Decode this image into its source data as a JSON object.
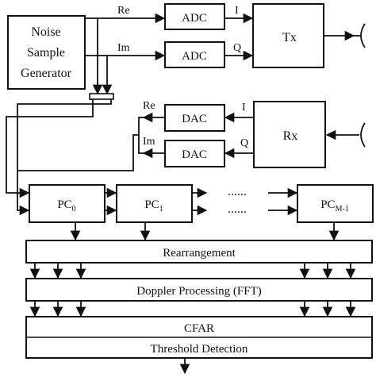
{
  "blocks": {
    "noise_generator": [
      "Noise",
      "Sample",
      "Generator"
    ],
    "adc_i": "ADC",
    "adc_q": "ADC",
    "tx": "Tx",
    "dac_i": "DAC",
    "dac_q": "DAC",
    "rx": "Rx",
    "pc0": {
      "base": "PC",
      "sub": "0"
    },
    "pc1": {
      "base": "PC",
      "sub": "1"
    },
    "pcm": {
      "base": "PC",
      "sub": "M-1"
    },
    "dots_top": "......",
    "dots_bottom": "......",
    "rearrangement": "Rearrangement",
    "doppler": "Doppler Processing (FFT)",
    "cfar": "CFAR",
    "threshold": "Threshold Detection"
  },
  "signals": {
    "re_top": "Re",
    "im_top": "Im",
    "i_top": "I",
    "q_top": "Q",
    "re_mid": "Re",
    "im_mid": "Im",
    "i_mid": "I",
    "q_mid": "Q"
  }
}
